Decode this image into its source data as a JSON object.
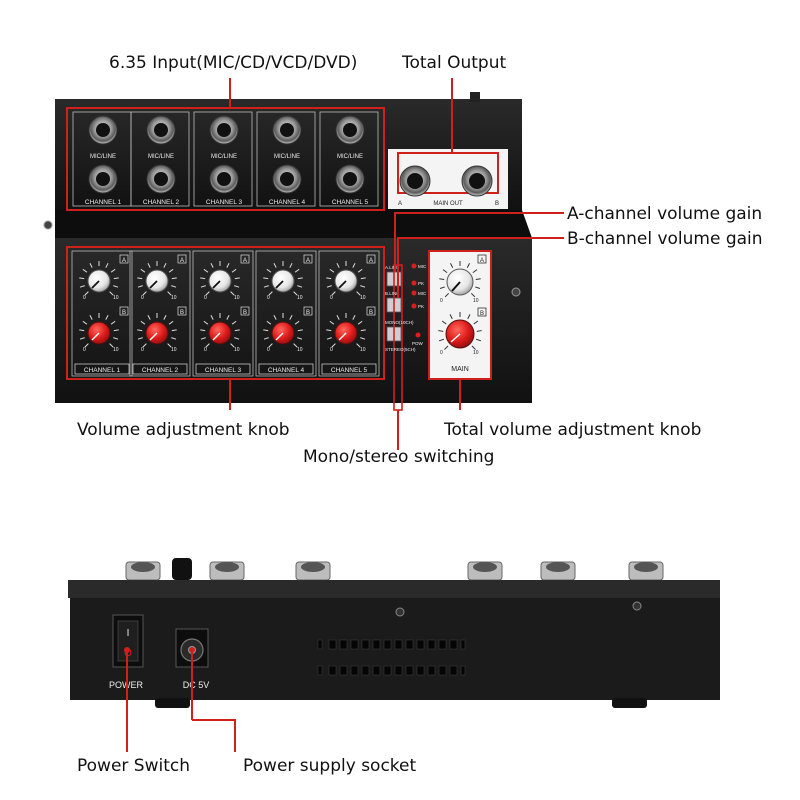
{
  "callouts": {
    "input": "6.35 Input(MIC/CD/VCD/DVD)",
    "total_output": "Total Output",
    "a_gain": "A-channel volume gain",
    "b_gain": "B-channel volume gain",
    "volume_knob": "Volume adjustment knob",
    "total_volume_knob": "Total volume adjustment knob",
    "mono_stereo": "Mono/stereo switching",
    "power_switch": "Power Switch",
    "power_socket": "Power supply socket"
  },
  "panel": {
    "jack_label": "MIC/LINE",
    "channels": [
      "CHANNEL 1",
      "CHANNEL 2",
      "CHANNEL 3",
      "CHANNEL 4",
      "CHANNEL 5"
    ],
    "knob_a_tag": "A",
    "knob_b_tag": "B",
    "knob_min": "0",
    "knob_max": "10",
    "main_out": "MAIN OUT",
    "main_out_a": "A",
    "main_out_b": "B",
    "main": "MAIN",
    "switch_labels": [
      "A.LINE",
      "B.LINE",
      "MONO(10CH)",
      "STEREO(5CH)"
    ],
    "led_labels": [
      "MIC",
      "PK",
      "MIC",
      "PK",
      "POW"
    ]
  },
  "rear": {
    "power": "POWER",
    "dc": "DC 5V",
    "switch_on": "I",
    "switch_off": "O"
  },
  "colors": {
    "callout_line": "#d0201c",
    "device_body": "#1b1b1b",
    "knob_white": "#f2f2f2",
    "knob_red": "#e01c1c",
    "main_panel": "#f4f4f4"
  }
}
